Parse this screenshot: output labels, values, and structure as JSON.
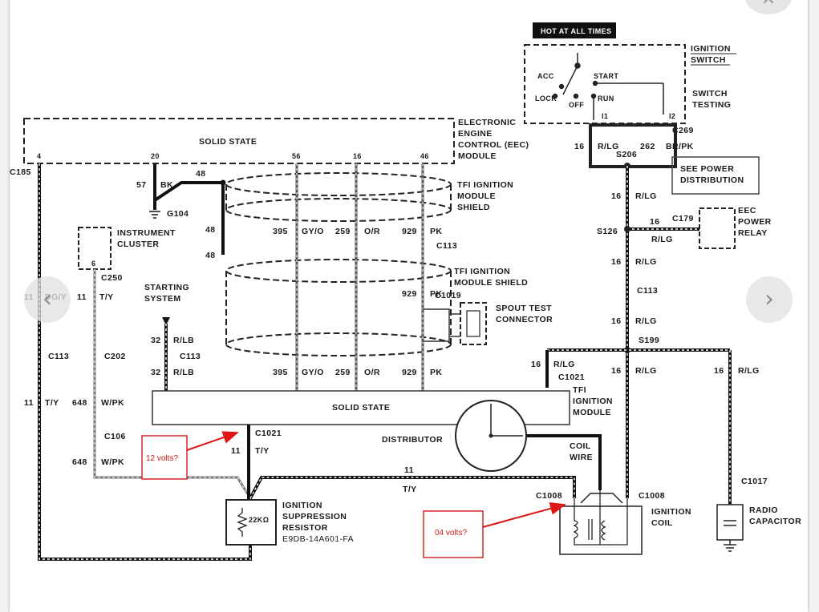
{
  "viewer": {
    "prev_icon": "‹",
    "next_icon": "›",
    "close_icon": "✕"
  },
  "diagram": {
    "hot_at_all_times": "HOT AT ALL TIMES",
    "ignition_switch": [
      "IGNITION",
      "SWITCH"
    ],
    "switch_testing": [
      "SWITCH",
      "TESTING"
    ],
    "switch_positions": {
      "acc": "ACC",
      "lock": "LOCK",
      "off": "OFF",
      "run": "RUN",
      "start": "START",
      "i1": "I1",
      "i2": "I2"
    },
    "eec_module": [
      "ELECTRONIC",
      "ENGINE",
      "CONTROL (EEC)",
      "MODULE"
    ],
    "eec_solid_state": "SOLID STATE",
    "eec_pins": {
      "p4": "4",
      "p20": "20",
      "p56": "56",
      "p16": "16",
      "p46": "46"
    },
    "c185": "C185",
    "c269": "C269",
    "s206": "S206",
    "see_power_distribution": [
      "SEE POWER",
      "DISTRIBUTION"
    ],
    "eec_power_relay": [
      "EEC",
      "POWER",
      "RELAY"
    ],
    "c179": "C179",
    "s126": "S126",
    "g104": "G104",
    "tfi_module_shield": [
      "TFI IGNITION",
      "MODULE",
      "SHIELD"
    ],
    "tfi_module_shield2": [
      "TFI IGNITION",
      "MODULE SHIELD"
    ],
    "instrument_cluster": [
      "INSTRUMENT",
      "CLUSTER"
    ],
    "cluster_pin": "6",
    "c250": "C250",
    "starting_system": [
      "STARTING",
      "SYSTEM"
    ],
    "c113": "C113",
    "c1019": "C1019",
    "spout_test_connector": [
      "SPOUT TEST",
      "CONNECTOR"
    ],
    "c202": "C202",
    "s199": "S199",
    "c1021": "C1021",
    "tfi_ignition_module": [
      "TFI",
      "IGNITION",
      "MODULE"
    ],
    "module_solid_state": "SOLID STATE",
    "c106": "C106",
    "distributor": "DISTRIBUTOR",
    "coil_wire": [
      "COIL",
      "WIRE"
    ],
    "c1008": "C1008",
    "c1017": "C1017",
    "ignition_suppression_resistor": [
      "IGNITION",
      "SUPPRESSION",
      "RESISTOR"
    ],
    "resistor_part": "E9DB-14A601-FA",
    "resistor_value": "22KΩ",
    "ignition_coil": [
      "IGNITION",
      "COIL"
    ],
    "radio_capacitor": [
      "RADIO",
      "CAPACITOR"
    ],
    "wires": {
      "w16_rlg": {
        "num": "16",
        "color": "R/LG"
      },
      "w262": {
        "num": "262",
        "color": "BR/PK"
      },
      "w57": {
        "num": "57",
        "color": "BK"
      },
      "w48": "48",
      "w395": {
        "num": "395",
        "color": "GY/O"
      },
      "w259": {
        "num": "259",
        "color": "O/R"
      },
      "w929": {
        "num": "929",
        "color": "PK"
      },
      "w11_dgy": {
        "num": "11",
        "color": "DG/Y"
      },
      "w11_ty": {
        "num": "11",
        "color": "T/Y"
      },
      "w32": {
        "num": "32",
        "color": "R/LB"
      },
      "w648": {
        "num": "648",
        "color": "W/PK"
      }
    },
    "annotations": {
      "note1": "12 volts?",
      "note2": "04 volts?"
    }
  }
}
